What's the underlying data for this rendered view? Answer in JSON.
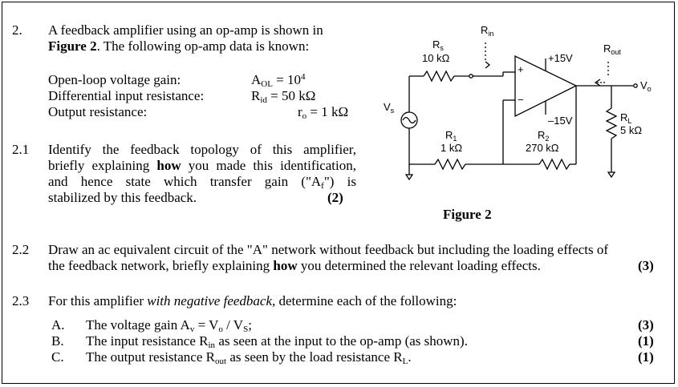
{
  "q2": {
    "num": "2.",
    "intro_line1": "A feedback amplifier using an op-amp is shown in",
    "intro_line2_bold": "Figure 2",
    "intro_line2_rest": ". The following op-amp data is known:",
    "params": [
      {
        "label": "Open-loop voltage gain:",
        "sym": "A",
        "sub": "OL",
        "value": " = 10",
        "sup": "4"
      },
      {
        "label": "Differential input resistance:",
        "sym": "R",
        "sub": "id",
        "value": " = 50 kΩ",
        "sup": ""
      },
      {
        "label": "Output resistance:",
        "sym": "r",
        "sub": "o",
        "value": " = 1 kΩ",
        "sup": ""
      }
    ]
  },
  "q21": {
    "num": "2.1",
    "l1": "Identify the feedback topology of this amplifier,",
    "l2_pre": "briefly explaining ",
    "l2_bold": "how",
    "l2_post": " you made this identification,",
    "l3": "and hence state which transfer gain (\"A",
    "l3_sub": "f",
    "l3_end": "\") is",
    "l4": "stabilized by this feedback.",
    "marks": "(2)"
  },
  "figure": {
    "caption": "Figure 2",
    "rs_name": "R",
    "rs_sub": "s",
    "rs_value": "10 kΩ",
    "rin_name": "R",
    "rin_sub": "in",
    "rout_name": "R",
    "rout_sub": "out",
    "vplus": "+15V",
    "vminus": "–15V",
    "r1_name": "R",
    "r1_sub": "1",
    "r1_value": "1 kΩ",
    "r2_name": "R",
    "r2_sub": "2",
    "r2_value": "270 kΩ",
    "rl_name": "R",
    "rl_sub": "L",
    "rl_value": "5 kΩ",
    "vs_name": "V",
    "vs_sub": "s",
    "vo_name": "V",
    "vo_sub": "o",
    "plus_sign": "+",
    "minus_sign": "−"
  },
  "q22": {
    "num": "2.2",
    "l1": "Draw an ac equivalent circuit of the \"A\" network without feedback but including the loading effects of",
    "l2_pre": "the feedback network, briefly explaining ",
    "l2_bold": "how",
    "l2_post": " you determined the relevant loading effects.",
    "marks": "(3)"
  },
  "q23": {
    "num": "2.3",
    "pre": "For this amplifier ",
    "italic": "with negative feedback",
    "post": ", determine each of the following:",
    "items": [
      {
        "letter": "A.",
        "text_pre": "The voltage gain A",
        "s1": "v",
        "mid": " = V",
        "s2": "o",
        "mid2": " / V",
        "s3": "S",
        "end": ";",
        "marks": "(3)"
      },
      {
        "letter": "B.",
        "text_pre": "The input resistance R",
        "s1": "in",
        "end": " as seen at the input to the op-amp (as shown).",
        "marks": "(1)"
      },
      {
        "letter": "C.",
        "text_pre": "The output resistance R",
        "s1": "out",
        "mid": " as seen by the load resistance R",
        "s2": "L",
        "end": ".",
        "marks": "(1)"
      }
    ]
  }
}
